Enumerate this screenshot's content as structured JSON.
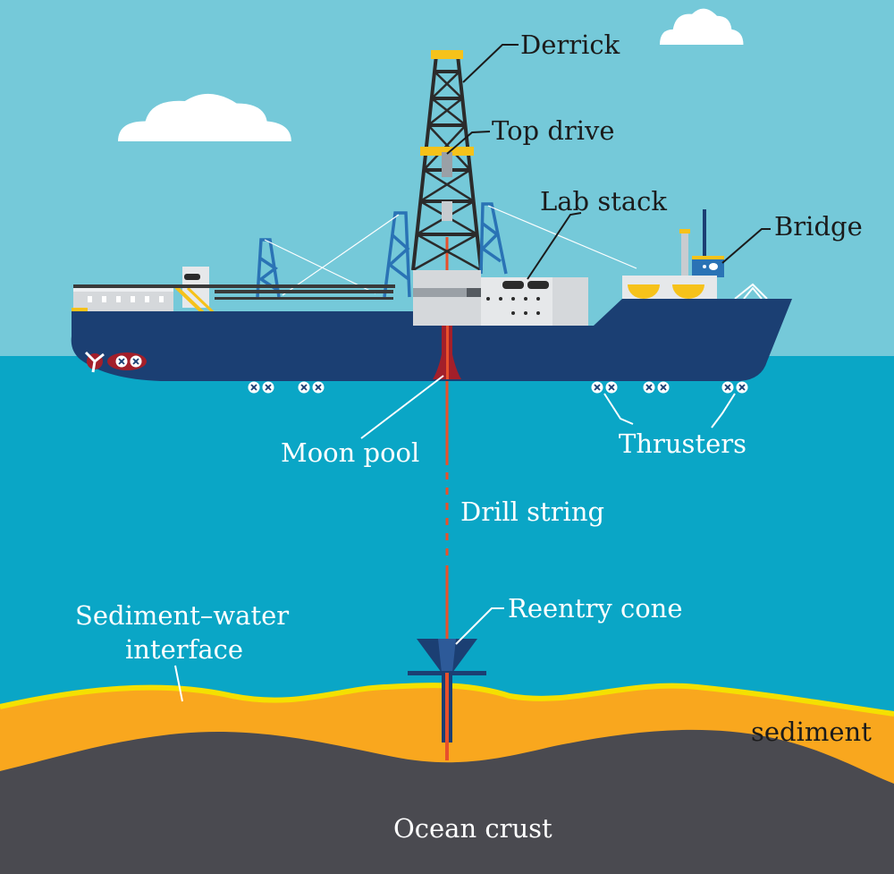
{
  "labels": {
    "derrick": "Derrick",
    "top_drive": "Top drive",
    "lab_stack": "Lab stack",
    "bridge": "Bridge",
    "moon_pool": "Moon pool",
    "thrusters": "Thrusters",
    "drill_string": "Drill string",
    "reentry_cone": "Reentry cone",
    "sediment_water_line1": "Sediment–water",
    "sediment_water_line2": "interface",
    "sediment": "sediment",
    "ocean_crust": "Ocean crust"
  },
  "colors": {
    "sky": "#75c9d9",
    "ocean": "#0aa6c6",
    "hull": "#1b3f73",
    "sediment": "#f9a71e",
    "sediment_edge": "#f5e000",
    "crust": "#4a4a50",
    "derrick": "#2b2b2b",
    "drill_string": "#e8502b",
    "deck_red": "#a31f2a",
    "accent_yellow": "#f6c21a"
  },
  "icons": [
    "cloud-icon",
    "propeller-icon",
    "thruster-icon",
    "crane-icon"
  ]
}
